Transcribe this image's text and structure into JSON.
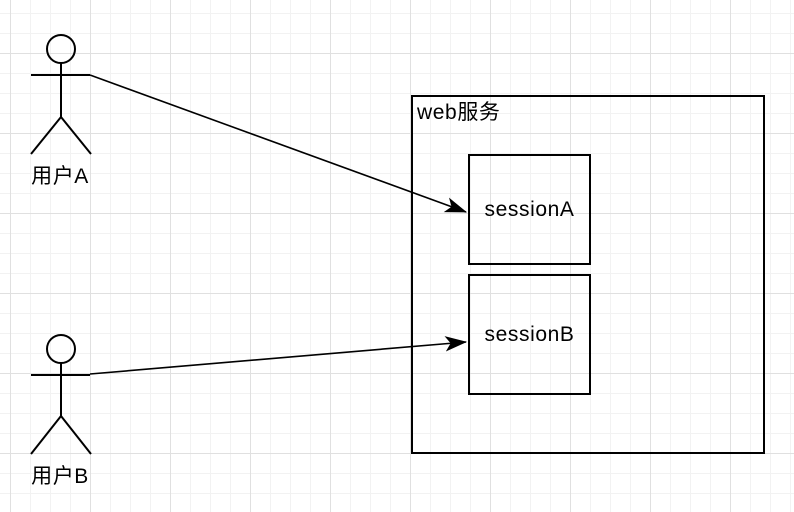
{
  "diagram": {
    "container": {
      "label": "web服务"
    },
    "sessions": [
      {
        "label": "sessionA"
      },
      {
        "label": "sessionB"
      }
    ],
    "actors": [
      {
        "label": "用户A"
      },
      {
        "label": "用户B"
      }
    ],
    "edges": [
      {
        "from": "用户A",
        "to": "sessionA"
      },
      {
        "from": "用户B",
        "to": "sessionB"
      }
    ],
    "colors": {
      "stroke": "#000000",
      "text": "#000000",
      "background": "#ffffff",
      "grid_minor": "#f2f2f2",
      "grid_major": "#e0e0e0"
    }
  }
}
